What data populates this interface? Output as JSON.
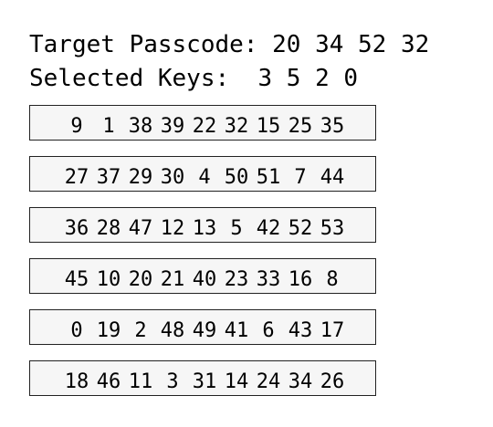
{
  "header": {
    "target_label": "Target Passcode:",
    "target_values": "20 34 52 32",
    "selected_label": "Selected Keys:",
    "selected_values": "3 5 2 0"
  },
  "keypad": {
    "rows": [
      [
        "9",
        "1",
        "38",
        "39",
        "22",
        "32",
        "15",
        "25",
        "35"
      ],
      [
        "27",
        "37",
        "29",
        "30",
        "4",
        "50",
        "51",
        "7",
        "44"
      ],
      [
        "36",
        "28",
        "47",
        "12",
        "13",
        "5",
        "42",
        "52",
        "53"
      ],
      [
        "45",
        "10",
        "20",
        "21",
        "40",
        "23",
        "33",
        "16",
        "8"
      ],
      [
        "0",
        "19",
        "2",
        "48",
        "49",
        "41",
        "6",
        "43",
        "17"
      ],
      [
        "18",
        "46",
        "11",
        "3",
        "31",
        "14",
        "24",
        "34",
        "26"
      ]
    ]
  }
}
